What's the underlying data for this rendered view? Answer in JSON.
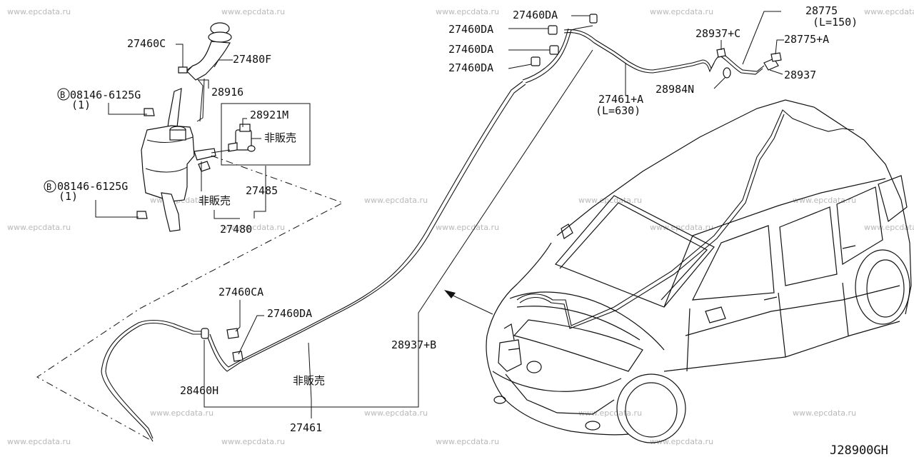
{
  "watermark": "www.epcdata.ru",
  "diagram_code": "J28900GH",
  "labels": {
    "p27460c": "27460C",
    "p27480f": "27480F",
    "p28916": "28916",
    "bolt1": "08146-6125G",
    "bolt1_qty": "(1)",
    "p28921m": "28921M",
    "nfs1": "非販売",
    "p27485": "27485",
    "nfs2": "非販売",
    "p27480": "27480",
    "bolt2": "08146-6125G",
    "bolt2_qty": "(1)",
    "da1": "27460DA",
    "da2": "27460DA",
    "da3": "27460DA",
    "da4": "27460DA",
    "p28775": "28775",
    "p28775_len": "(L=150)",
    "p28937c": "28937+C",
    "p28775a": "28775+A",
    "p28937": "28937",
    "p28984n": "28984N",
    "p27461a": "27461+A",
    "p27461a_len": "(L=630)",
    "p27460ca": "27460CA",
    "p27460da_low": "27460DA",
    "p28937b": "28937+B",
    "p28460h": "28460H",
    "nfs3": "非販売",
    "p27461": "27461",
    "bolt_mark": "B"
  }
}
